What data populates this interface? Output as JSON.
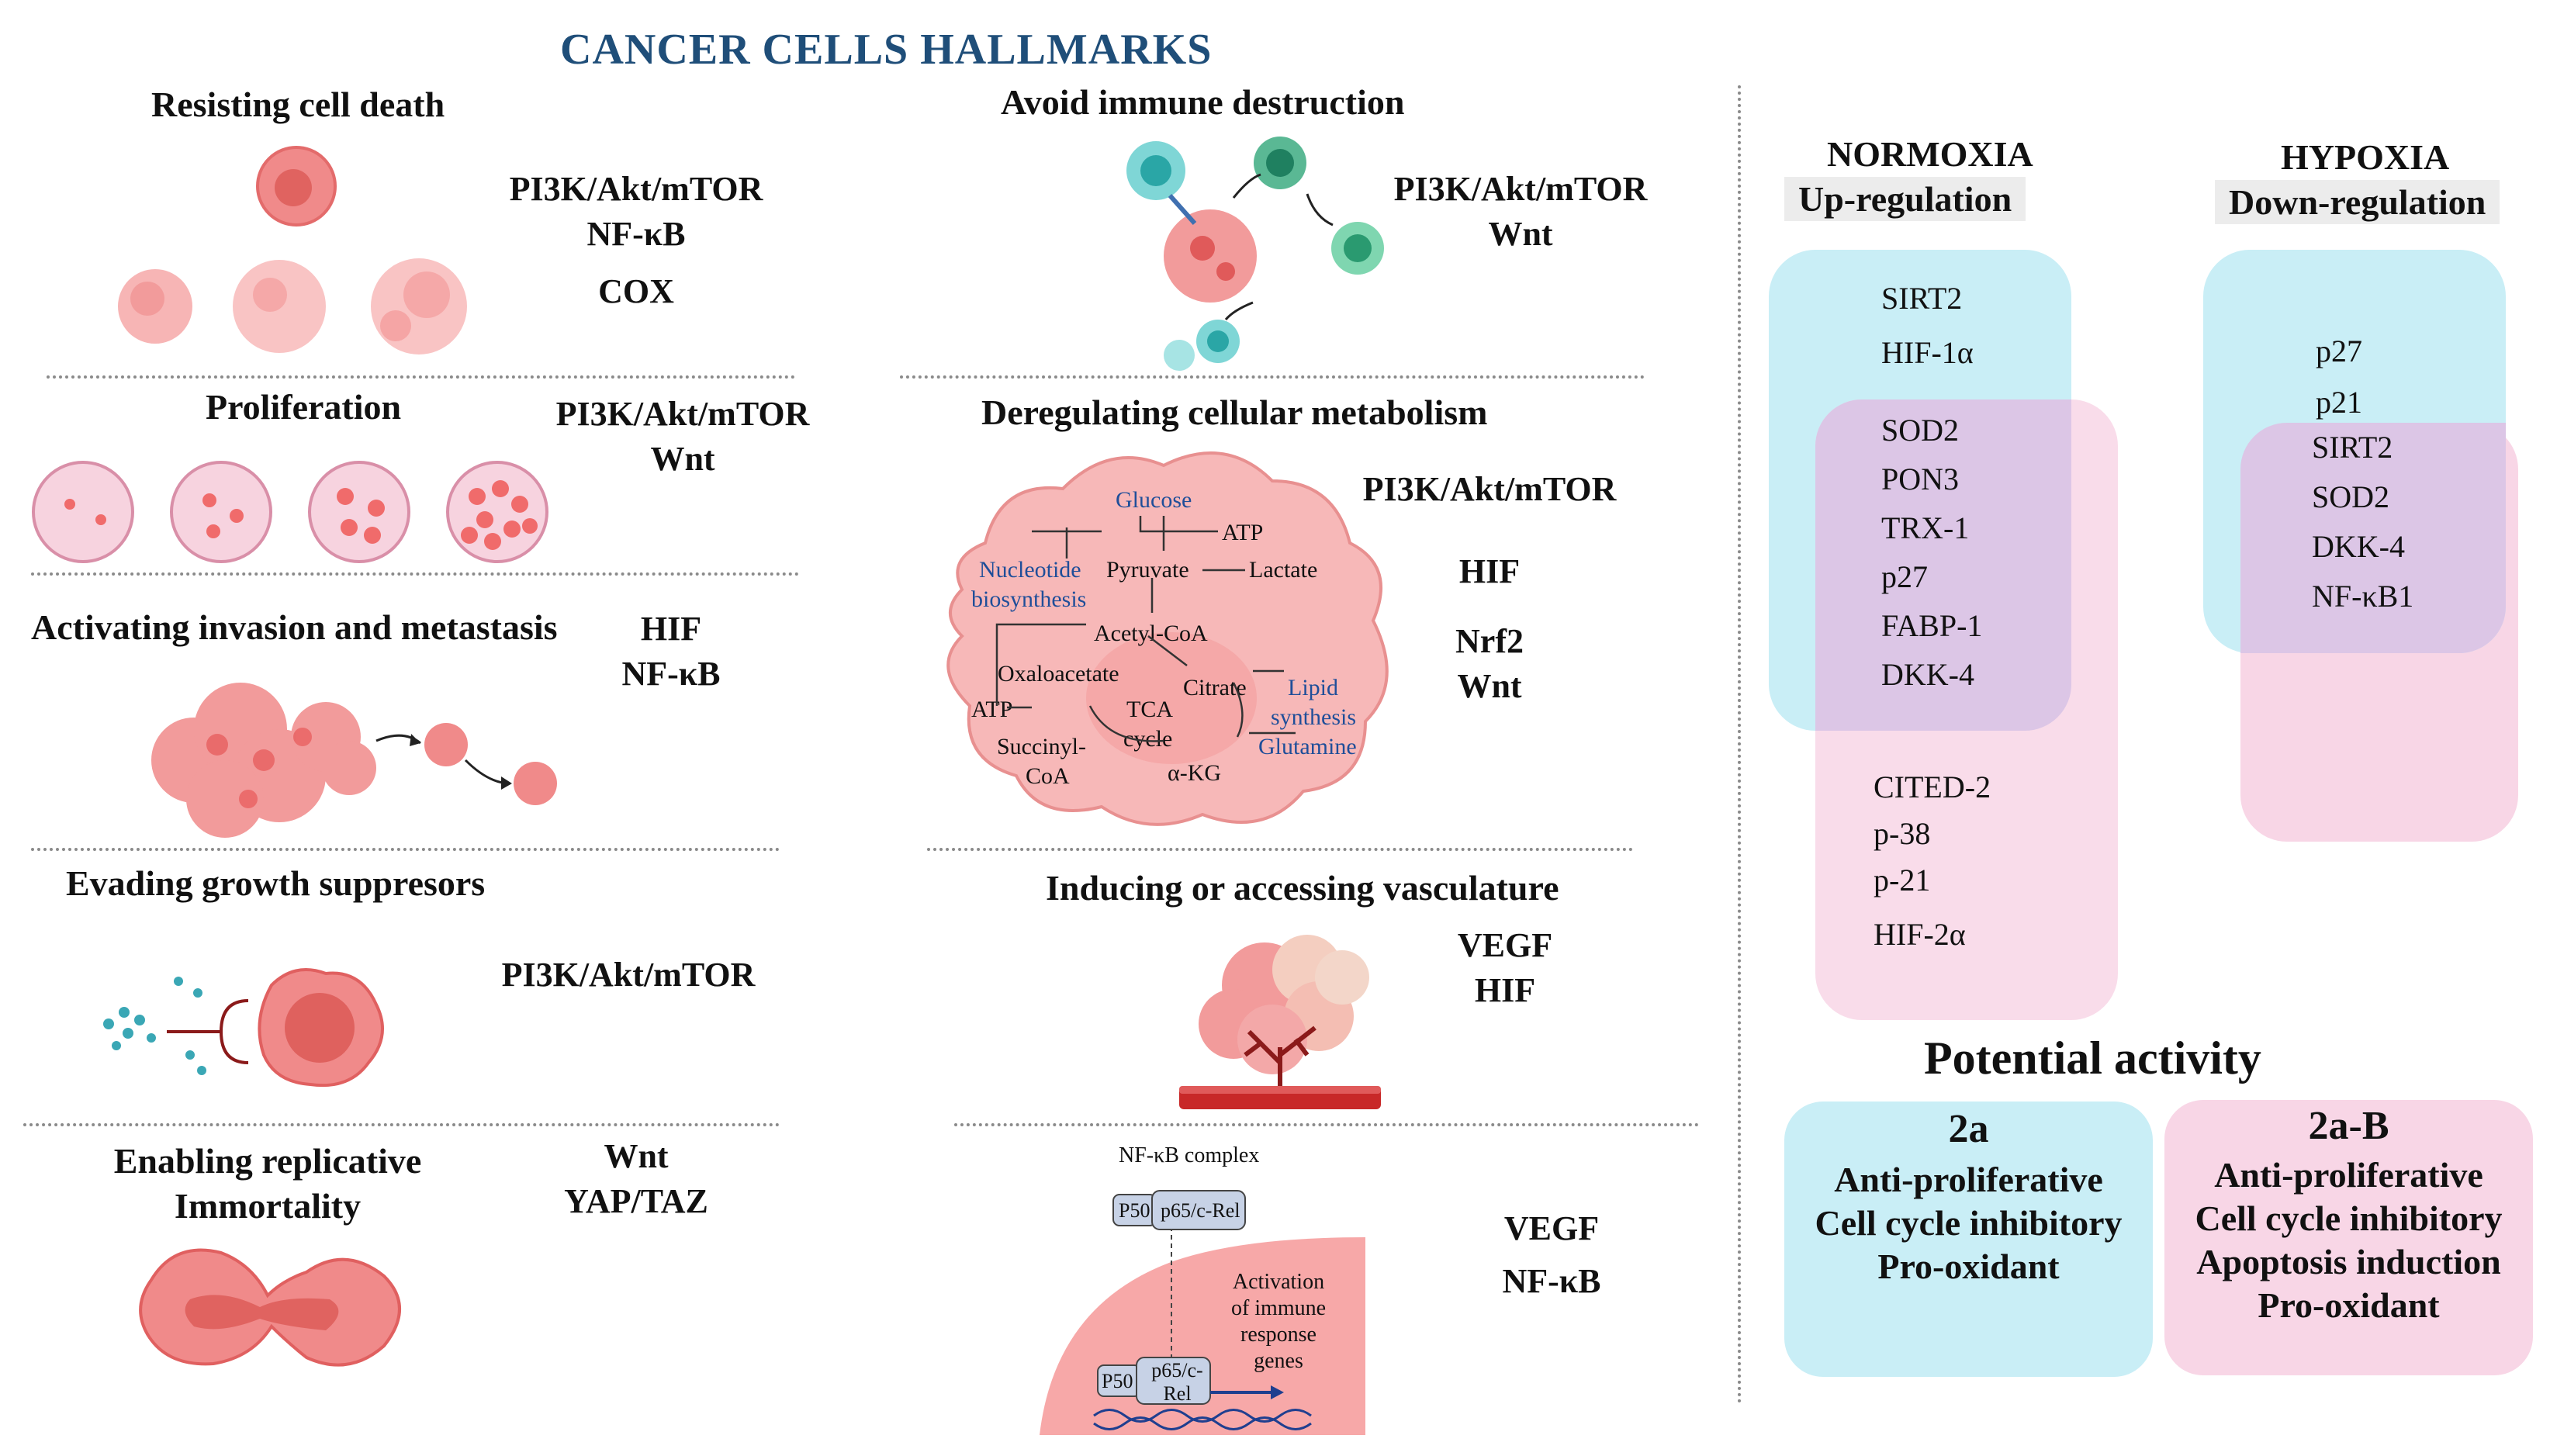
{
  "title": "CANCER CELLS HALLMARKS",
  "hallmarks": {
    "resisting_cell_death": {
      "title": "Resisting cell death",
      "pathways": [
        "PI3K/Akt/mTOR",
        "NF-κB",
        "COX"
      ]
    },
    "proliferation": {
      "title": "Proliferation",
      "pathways": [
        "PI3K/Akt/mTOR",
        "Wnt"
      ]
    },
    "invasion": {
      "title": "Activating invasion and metastasis",
      "pathways": [
        "HIF",
        "NF-κB"
      ]
    },
    "evading": {
      "title": "Evading growth suppresors",
      "pathways": [
        "PI3K/Akt/mTOR"
      ]
    },
    "replicative": {
      "title": [
        "Enabling replicative",
        "Immortality"
      ],
      "pathways": [
        "Wnt",
        "YAP/TAZ"
      ]
    },
    "immune": {
      "title": "Avoid immune destruction",
      "pathways": [
        "PI3K/Akt/mTOR",
        "Wnt"
      ]
    },
    "metabolism": {
      "title": "Deregulating cellular metabolism",
      "pathways": [
        "PI3K/Akt/mTOR",
        "HIF",
        "Nrf2",
        "Wnt"
      ],
      "labels": {
        "glucose": "Glucose",
        "atp1": "ATP",
        "nucleotide": "Nucleotide",
        "biosynthesis": "biosynthesis",
        "pyruvate": "Pyruvate",
        "lactate": "Lactate",
        "acetyl": "Acetyl-CoA",
        "oxaloacetate": "Oxaloacetate",
        "citrate": "Citrate",
        "lipid": "Lipid",
        "synthesis": "synthesis",
        "tca": "TCA",
        "cycle": "cycle",
        "atp2": "ATP",
        "glutamine": "Glutamine",
        "succinyl": "Succinyl-",
        "coa": "CoA",
        "akg": "α-KG"
      }
    },
    "vasculature": {
      "title": "Inducing or accessing vasculature",
      "pathways": [
        "VEGF",
        "HIF"
      ]
    },
    "nfkb": {
      "pathways": [
        "VEGF",
        "NF-κB"
      ],
      "labels": {
        "complex": "NF-κB complex",
        "p50": "P50",
        "p65": "p65/c-Rel",
        "act1": "Activation",
        "act2": "of immune",
        "act3": "response genes",
        "p50b": "P50",
        "p65b1": "p65/c-",
        "p65b2": "Rel"
      }
    }
  },
  "normoxia": {
    "title": "NORMOXIA",
    "subtitle": "Up-regulation",
    "blue_only": [
      "SIRT2",
      "HIF-1α"
    ],
    "overlap": [
      "SOD2",
      "PON3",
      "TRX-1",
      "p27",
      "FABP-1",
      "DKK-4"
    ],
    "pink_only": [
      "CITED-2",
      "p-38",
      "p-21",
      "HIF-2α"
    ]
  },
  "hypoxia": {
    "title": "HYPOXIA",
    "subtitle": "Down-regulation",
    "blue_only": [
      "p27",
      "p21"
    ],
    "overlap": [
      "SIRT2",
      "SOD2",
      "DKK-4",
      "NF-κB1"
    ]
  },
  "potential": {
    "title": "Potential activity",
    "a": {
      "name": "2a",
      "lines": [
        "Anti-proliferative",
        "Cell cycle inhibitory",
        "Pro-oxidant"
      ]
    },
    "b": {
      "name": "2a-B",
      "lines": [
        "Anti-proliferative",
        "Cell cycle inhibitory",
        "Apoptosis induction",
        "Pro-oxidant"
      ]
    }
  },
  "colors": {
    "blue": "#c9eef6",
    "pink": "#f8d6e6",
    "overlap": "#dcc6e6",
    "cell": "#f08a8a",
    "title": "#1f4e79"
  }
}
